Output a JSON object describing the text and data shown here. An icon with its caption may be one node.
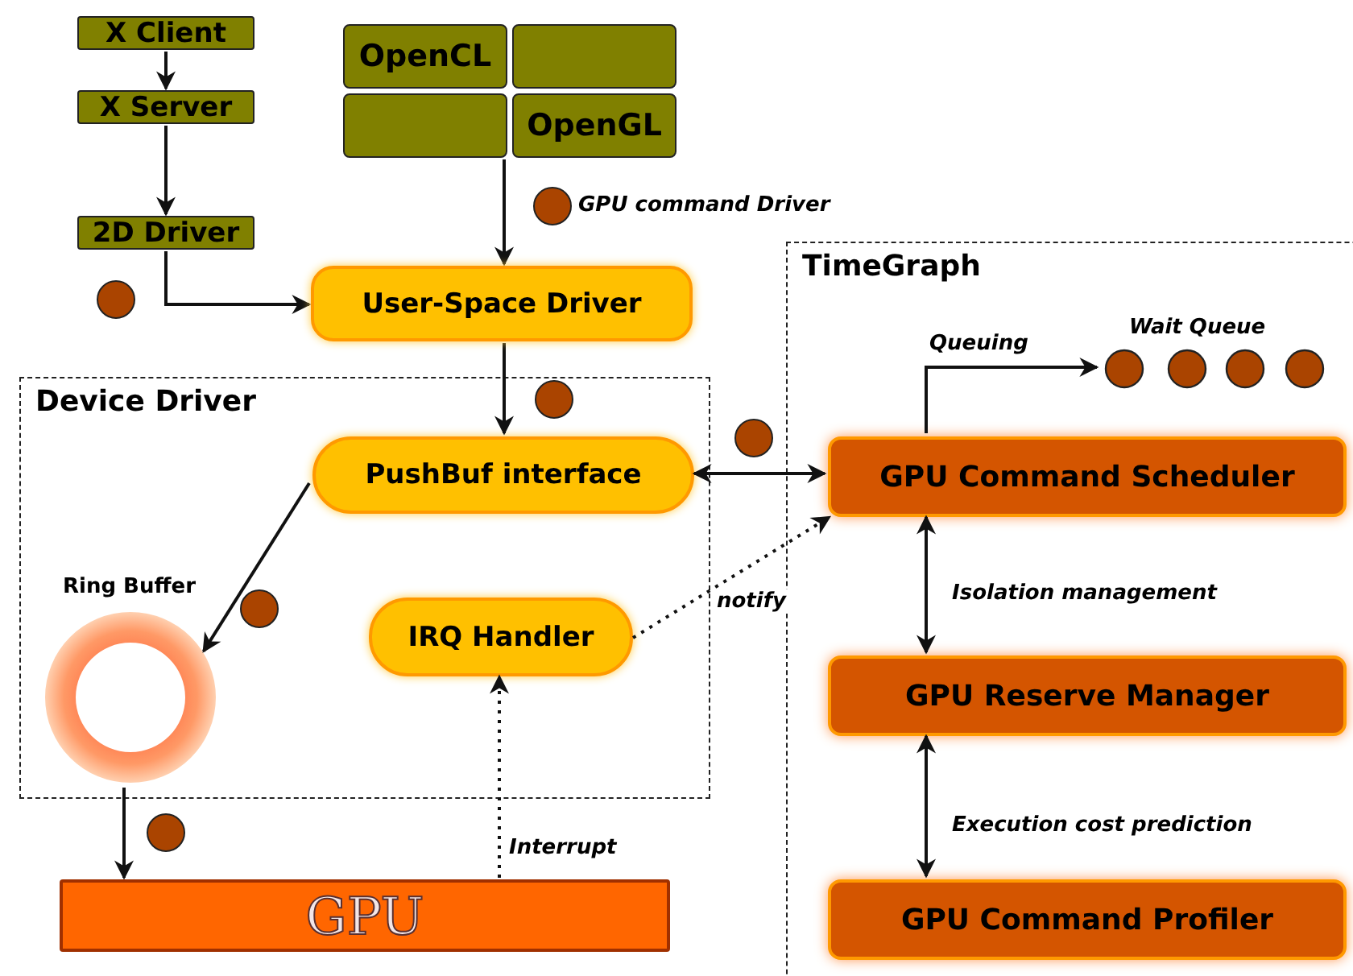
{
  "diagram": {
    "nodes": [
      {
        "text": [
          "X Client"
        ]
      },
      {
        "text": [
          "X Server"
        ]
      },
      {
        "text": [
          "2D Driver"
        ]
      },
      {
        "text": [
          "OpenCL"
        ]
      },
      {
        "text": [],
        "shape": "box"
      },
      {
        "text": [],
        "shape": "box"
      },
      {
        "text": [
          "OpenGL"
        ]
      },
      {
        "text": [
          "User-Space Driver"
        ]
      },
      {
        "text": [
          "Device Driver"
        ]
      },
      {
        "text": [
          "PushBuf interface"
        ],
        "in": 8
      },
      {
        "text": [
          "Ring Buffer"
        ],
        "in": 8
      },
      {
        "text": [
          "IRQ Handler"
        ],
        "in": 8
      },
      {
        "text": [
          "GPU"
        ]
      },
      {
        "text": [
          "TimeGraph"
        ]
      },
      {
        "text": [
          "Wait Queue"
        ],
        "in": 13
      },
      {
        "text": [
          "GPU Command Scheduler"
        ],
        "in": 13
      },
      {
        "text": [
          "GPU Reserve Manager"
        ],
        "in": 13
      },
      {
        "text": [
          "GPU Command Profiler"
        ],
        "in": 13
      },
      {
        "text": [],
        "shape": "circle"
      },
      {
        "text": [],
        "shape": "circle"
      },
      {
        "text": [],
        "shape": "circle",
        "in": 8
      },
      {
        "text": [],
        "shape": "circle"
      },
      {
        "text": [],
        "shape": "circle",
        "in": 8
      },
      {
        "text": [],
        "shape": "circle"
      }
    ],
    "edges": [
      {
        "from": 0,
        "to": 1,
        "arrow": "to"
      },
      {
        "from": 1,
        "to": 2,
        "arrow": "to"
      },
      {
        "from": 2,
        "to": 7,
        "arrow": "to"
      },
      {
        "from": 5,
        "to": 7,
        "arrow": "to",
        "label": "GPU command Driver"
      },
      {
        "from": 7,
        "to": 9,
        "arrow": "to"
      },
      {
        "from": 9,
        "to": 15,
        "arrow": "both"
      },
      {
        "from": 9,
        "to": 10,
        "arrow": "to"
      },
      {
        "from": 11,
        "to": 15,
        "arrow": "to",
        "label": "notify",
        "style": "dashed"
      },
      {
        "from": 12,
        "to": 11,
        "arrow": "to",
        "label": "Interrupt",
        "style": "dashed"
      },
      {
        "from": 10,
        "to": 12,
        "arrow": "to"
      },
      {
        "from": 15,
        "to": 14,
        "arrow": "to",
        "label": "Queuing"
      },
      {
        "from": 15,
        "to": 16,
        "arrow": "both",
        "label": "Isolation management"
      },
      {
        "from": 16,
        "to": 17,
        "arrow": "both",
        "label": "Execution cost prediction"
      }
    ]
  }
}
